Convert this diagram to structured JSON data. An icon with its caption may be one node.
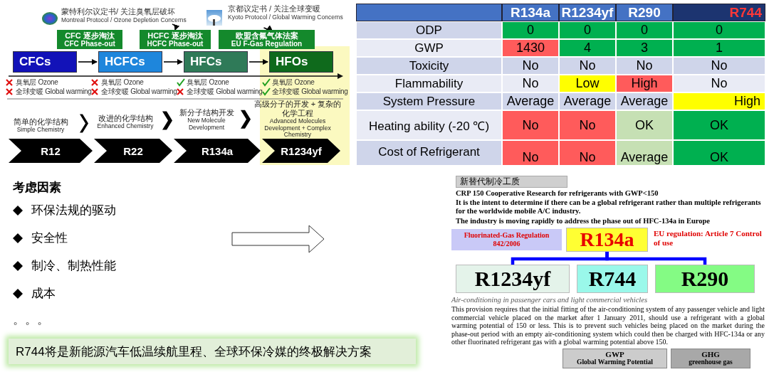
{
  "diagram": {
    "nodes": [
      {
        "text": [
          "CFCs"
        ]
      },
      {
        "text": [
          "HCFCs"
        ]
      },
      {
        "text": [
          "HFCs"
        ]
      },
      {
        "text": [
          "HFOs"
        ]
      },
      {
        "text": [
          "CFC 逐步淘汰",
          "CFC Phase-out"
        ]
      },
      {
        "text": [
          "HCFC 逐步淘汰",
          "HCFC Phase-out"
        ]
      },
      {
        "text": [
          "欧盟含氟气体法案",
          "EU F-Gas Regulation"
        ]
      },
      {
        "text": [
          "蒙特利尔议定书/ 关注臭氧层破坏",
          "Montreal Protocol / Ozone Depletion Concerns"
        ]
      },
      {
        "text": [
          "京都议定书 / 关注全球变暖",
          "Kyoto Protocol / Global Warming Concerns"
        ]
      },
      {
        "text": [
          "R12"
        ]
      },
      {
        "text": [
          "R22"
        ]
      },
      {
        "text": [
          "R134a"
        ]
      },
      {
        "text": [
          "R1234yf"
        ]
      },
      {
        "text": [
          "简单的化学结构",
          "Simple Chemistry"
        ]
      },
      {
        "text": [
          "改进的化学结构",
          "Enhanced Chemistry"
        ]
      },
      {
        "text": [
          "新分子结构开发",
          "New Molecule Development"
        ]
      },
      {
        "text": [
          "高级分子的开发 + 复杂的化学工程",
          "Advanced Molecules Development + Complex Chemistry"
        ]
      },
      {
        "text": [
          "R744将是新能源汽车低温续航里程、全球环保冷媒的终极解决方案"
        ]
      },
      {
        "text": [
          "新替代制冷工质"
        ]
      },
      {
        "text": [
          "Fluorinated-Gas Regulation 842/2006"
        ]
      },
      {
        "text": [
          "R134a"
        ]
      },
      {
        "text": [
          "R1234yf"
        ]
      },
      {
        "text": [
          "R744"
        ]
      },
      {
        "text": [
          "R290"
        ]
      },
      {
        "text": [
          "GWP",
          "Global Warming Potential"
        ]
      },
      {
        "text": [
          "GHG",
          "greenhouse gas"
        ]
      }
    ],
    "edges": [
      {
        "from": 0,
        "to": 1,
        "arrow": "to"
      },
      {
        "from": 1,
        "to": 2,
        "arrow": "to"
      },
      {
        "from": 2,
        "to": 3,
        "arrow": "to"
      },
      {
        "from": 7,
        "to": 5,
        "arrow": "to"
      },
      {
        "from": 8,
        "to": 6,
        "arrow": "to"
      },
      {
        "from": 13,
        "to": 14,
        "arrow": "to"
      },
      {
        "from": 14,
        "to": 15,
        "arrow": "to"
      },
      {
        "from": 15,
        "to": 16,
        "arrow": "to"
      },
      {
        "from": 20,
        "to": 21,
        "arrow": "none",
        "style": "thick",
        "color": "#0000ff"
      },
      {
        "from": 20,
        "to": 23,
        "arrow": "none",
        "style": "thick",
        "color": "#0000ff"
      }
    ],
    "labels": [
      "臭氧层 Ozone",
      "臭氧层 Ozone",
      "臭氧层 Ozone",
      "臭氧层 Ozone",
      "全球变暖 Global warming",
      "全球变暖 Global warming",
      "全球变暖 Global warming",
      "全球变暖 Global warming",
      "R134a",
      "R1234yf",
      "R290",
      "R744",
      "ODP",
      "0",
      "0",
      "0",
      "0",
      "GWP",
      "1430",
      "4",
      "3",
      "1",
      "Toxicity",
      "No",
      "No",
      "No",
      "No",
      "Flammability",
      "No",
      "Low",
      "High",
      "No",
      "System Pressure",
      "Average",
      "Average",
      "Average",
      "High",
      "Heating ability (-20 ℃)",
      "No",
      "No",
      "OK",
      "OK",
      "Cost of Refrigerant",
      "No",
      "No",
      "Average",
      "OK",
      "考虑因素",
      "环保法规的驱动",
      "安全性",
      "制冷、制热性能",
      "成本",
      "。。。",
      "CRP 150 Cooperative Research for refrigerants with GWP<150",
      "It is the intent to determine if there can be a global refrigerant rather than multiple refrigerants for the worldwide mobile A/C industry.",
      "The industry is moving rapidly to address the phase out of HFC-134a in Europe",
      "EU regulation: Article 7 Control of use",
      "Air-conditioning in passenger cars and light commercial vehicles",
      "This provision requires that the initial fitting of the air-conditioning system of any passenger vehicle and light commercial vehicle placed on the market after 1 January 2011, should use a refrigerant with a global warming potential of 150 or less. This is to prevent such vehicles being placed on the market during the phase-out period with an empty air-conditioning system which could then be charged with HFC-134a or any other fluorinated refrigerant gas with a global warming potential above 150."
    ]
  }
}
